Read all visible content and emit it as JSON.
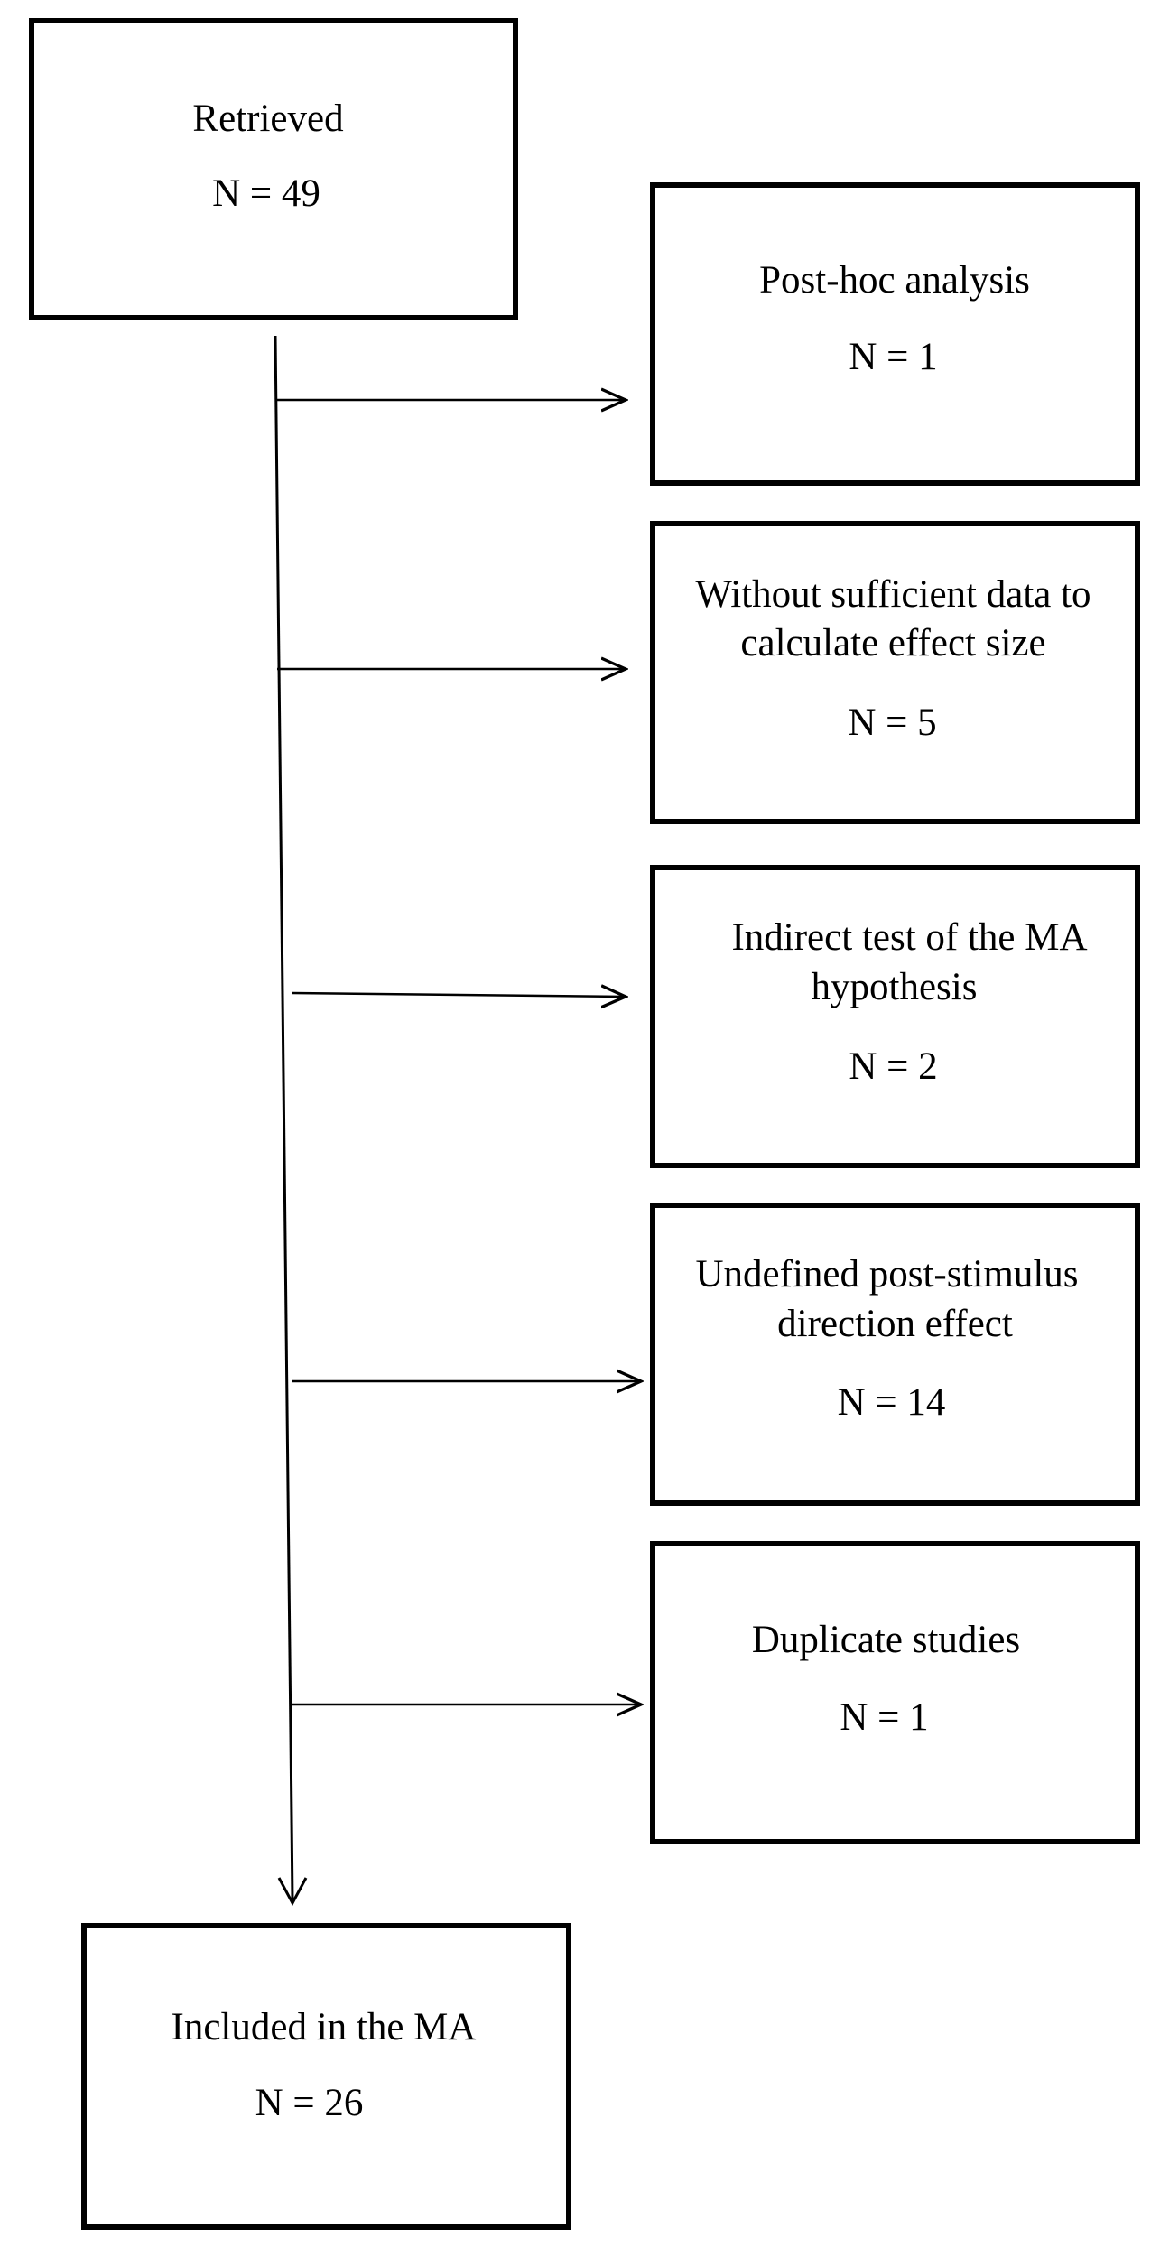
{
  "flow": {
    "retrieved": {
      "label": "Retrieved",
      "count": "N = 49"
    },
    "excluded": [
      {
        "lines": [
          "Post-hoc analysis"
        ],
        "count": "N = 1"
      },
      {
        "lines": [
          "Without sufficient data to",
          "calculate effect size"
        ],
        "count": "N = 5"
      },
      {
        "lines": [
          "Indirect test of the MA",
          "hypothesis"
        ],
        "count": "N = 2"
      },
      {
        "lines": [
          "Undefined post-stimulus",
          "direction effect"
        ],
        "count": "N = 14"
      },
      {
        "lines": [
          "Duplicate studies"
        ],
        "count": "N = 1"
      }
    ],
    "included": {
      "label": "Included in the MA",
      "count": "N = 26"
    }
  },
  "style": {
    "line_color": "#000000",
    "box_fill": "#ffffff"
  }
}
